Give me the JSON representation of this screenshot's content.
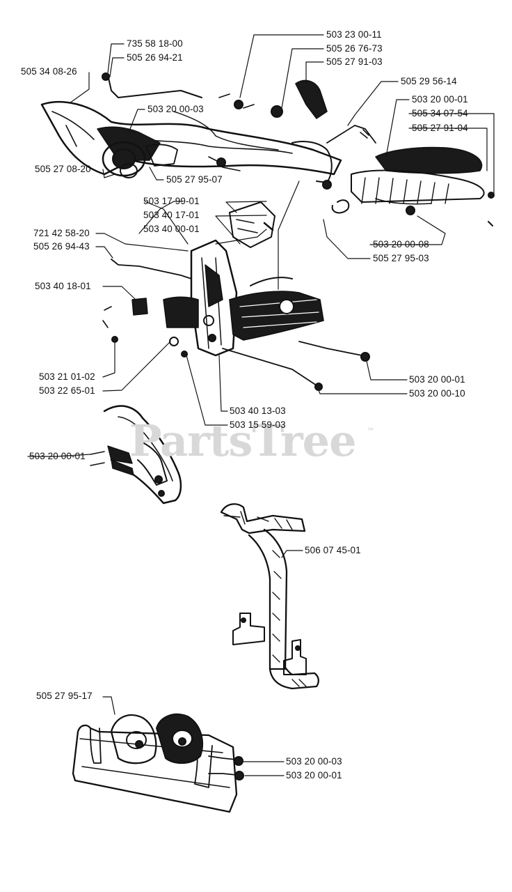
{
  "diagram": {
    "watermark": "PartsTree",
    "watermark_mark": "™",
    "part_labels": [
      "735 58 18-00",
      "505 26 94-21",
      "505 34 08-26",
      "503 23 00-11",
      "505 26 76-73",
      "505 27 91-03",
      "505 29 56-14",
      "503 20 00-01",
      "505 34 07-54",
      "505 27 91-04",
      "503 20 00-03",
      "505 27 95-07",
      "505 27 08-20",
      "503 17 99-01",
      "503 40 17-01",
      "503 40 00-01",
      "721 42 58-20",
      "505 26 94-43",
      "503 40 18-01",
      "503 20 00-08",
      "505 27 95-03",
      "503 21 01-02",
      "503 22 65-01",
      "503 20 00-01",
      "503 20 00-10",
      "503 40 13-03",
      "503 15 59-03",
      "503 20 00-01",
      "506 07 45-01",
      "505 27 95-17",
      "503 20 00-03",
      "503 20 00-01"
    ]
  }
}
